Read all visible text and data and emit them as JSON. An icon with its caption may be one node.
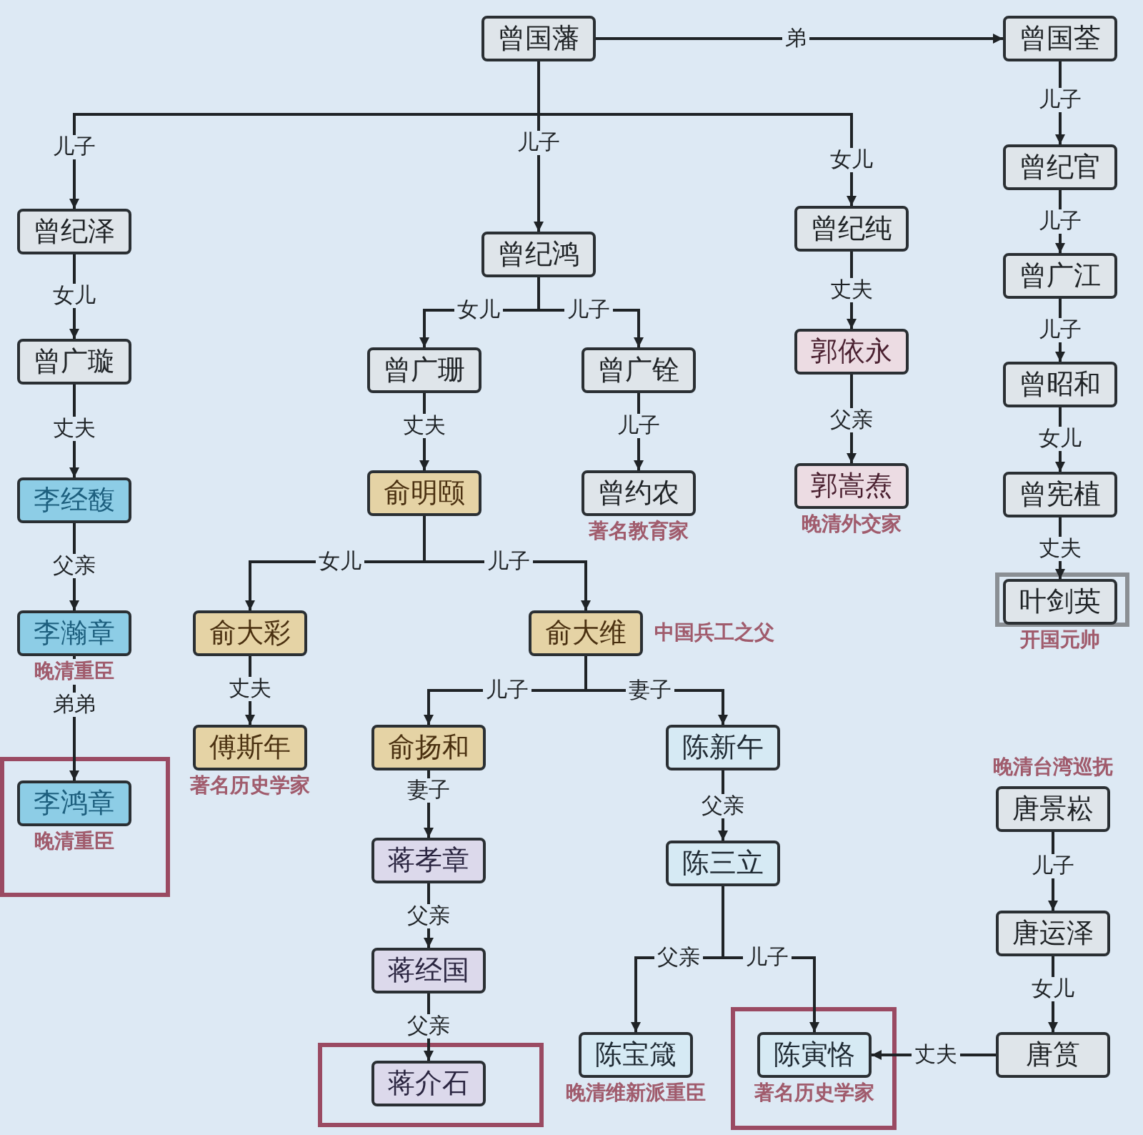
{
  "diagram": {
    "nodes": [
      {
        "text": [
          "曾国藩"
        ]
      },
      {
        "text": [
          "曾国荃"
        ]
      },
      {
        "text": [
          "曾纪泽"
        ]
      },
      {
        "text": [
          "曾纪鸿"
        ]
      },
      {
        "text": [
          "曾纪纯"
        ]
      },
      {
        "text": [
          "曾纪官"
        ]
      },
      {
        "text": [
          "曾广江"
        ]
      },
      {
        "text": [
          "曾昭和"
        ]
      },
      {
        "text": [
          "曾宪植"
        ]
      },
      {
        "text": [
          "叶剑英"
        ],
        "beside": [
          "开国元帅"
        ]
      },
      {
        "text": [
          "曾广璇"
        ]
      },
      {
        "text": [
          "曾广珊"
        ]
      },
      {
        "text": [
          "曾广铨"
        ]
      },
      {
        "text": [
          "郭依永"
        ]
      },
      {
        "text": [
          "李经馥"
        ]
      },
      {
        "text": [
          "俞明颐"
        ]
      },
      {
        "text": [
          "曾约农"
        ],
        "beside": [
          "著名教育家"
        ]
      },
      {
        "text": [
          "郭嵩焘"
        ],
        "beside": [
          "晚清外交家"
        ]
      },
      {
        "text": [
          "李瀚章"
        ],
        "beside": [
          "晚清重臣"
        ]
      },
      {
        "text": [
          "俞大彩"
        ]
      },
      {
        "text": [
          "俞大维"
        ],
        "beside": [
          "中国兵工之父"
        ]
      },
      {
        "text": [
          "李鸿章"
        ],
        "beside": [
          "晚清重臣"
        ]
      },
      {
        "text": [
          "傅斯年"
        ],
        "beside": [
          "著名历史学家"
        ]
      },
      {
        "text": [
          "俞扬和"
        ]
      },
      {
        "text": [
          "陈新午"
        ]
      },
      {
        "text": [
          "唐景崧"
        ],
        "beside": [
          "晚清台湾巡抚"
        ]
      },
      {
        "text": [
          "蒋孝章"
        ]
      },
      {
        "text": [
          "陈三立"
        ]
      },
      {
        "text": [
          "唐运泽"
        ]
      },
      {
        "text": [
          "蒋经国"
        ]
      },
      {
        "text": [
          "蒋介石"
        ]
      },
      {
        "text": [
          "陈宝箴"
        ],
        "beside": [
          "晚清维新派重臣"
        ]
      },
      {
        "text": [
          "陈寅恪"
        ],
        "beside": [
          "著名历史学家"
        ]
      },
      {
        "text": [
          "唐筼"
        ]
      }
    ],
    "edges": [
      {
        "from": 0,
        "to": 1,
        "arrow": "to",
        "label": "弟"
      },
      {
        "from": 0,
        "to": 2,
        "arrow": "to",
        "label": "儿子"
      },
      {
        "from": 0,
        "to": 3,
        "arrow": "to",
        "label": "儿子"
      },
      {
        "from": 0,
        "to": 4,
        "arrow": "to",
        "label": "女儿"
      },
      {
        "from": 1,
        "to": 5,
        "arrow": "to",
        "label": "儿子"
      },
      {
        "from": 5,
        "to": 6,
        "arrow": "to",
        "label": "儿子"
      },
      {
        "from": 6,
        "to": 7,
        "arrow": "to",
        "label": "儿子"
      },
      {
        "from": 7,
        "to": 8,
        "arrow": "to",
        "label": "女儿"
      },
      {
        "from": 8,
        "to": 9,
        "arrow": "to",
        "label": "丈夫"
      },
      {
        "from": 2,
        "to": 10,
        "arrow": "to",
        "label": "女儿"
      },
      {
        "from": 10,
        "to": 14,
        "arrow": "to",
        "label": "丈夫"
      },
      {
        "from": 14,
        "to": 18,
        "arrow": "to",
        "label": "父亲"
      },
      {
        "from": 18,
        "to": 21,
        "arrow": "to",
        "label": "弟弟"
      },
      {
        "from": 3,
        "to": 11,
        "arrow": "to",
        "label": "女儿"
      },
      {
        "from": 3,
        "to": 12,
        "arrow": "to",
        "label": "儿子"
      },
      {
        "from": 11,
        "to": 15,
        "arrow": "to",
        "label": "丈夫"
      },
      {
        "from": 12,
        "to": 16,
        "arrow": "to",
        "label": "儿子"
      },
      {
        "from": 4,
        "to": 13,
        "arrow": "to",
        "label": "丈夫"
      },
      {
        "from": 13,
        "to": 17,
        "arrow": "to",
        "label": "父亲"
      },
      {
        "from": 15,
        "to": 19,
        "arrow": "to",
        "label": "女儿"
      },
      {
        "from": 15,
        "to": 20,
        "arrow": "to",
        "label": "儿子"
      },
      {
        "from": 19,
        "to": 22,
        "arrow": "to",
        "label": "丈夫"
      },
      {
        "from": 20,
        "to": 23,
        "arrow": "to",
        "label": "儿子"
      },
      {
        "from": 20,
        "to": 24,
        "arrow": "to",
        "label": "妻子"
      },
      {
        "from": 23,
        "to": 26,
        "arrow": "to",
        "label": "妻子"
      },
      {
        "from": 26,
        "to": 29,
        "arrow": "to",
        "label": "父亲"
      },
      {
        "from": 29,
        "to": 30,
        "arrow": "to",
        "label": "父亲"
      },
      {
        "from": 24,
        "to": 27,
        "arrow": "to",
        "label": "父亲"
      },
      {
        "from": 27,
        "to": 31,
        "arrow": "to",
        "label": "父亲"
      },
      {
        "from": 27,
        "to": 32,
        "arrow": "to",
        "label": "儿子"
      },
      {
        "from": 25,
        "to": 28,
        "arrow": "to",
        "label": "儿子"
      },
      {
        "from": 28,
        "to": 33,
        "arrow": "to",
        "label": "女儿"
      },
      {
        "from": 33,
        "to": 32,
        "arrow": "to",
        "label": "丈夫"
      }
    ]
  }
}
